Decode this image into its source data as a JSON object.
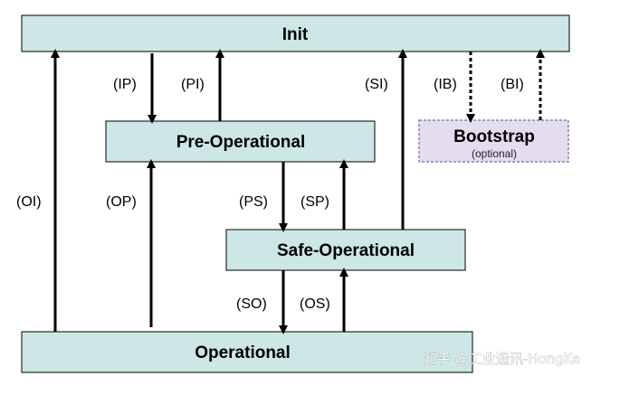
{
  "states": {
    "init": {
      "label": "Init"
    },
    "preop": {
      "label": "Pre-Operational"
    },
    "safeop": {
      "label": "Safe-Operational"
    },
    "op": {
      "label": "Operational"
    },
    "boot": {
      "label": "Bootstrap",
      "note": "(optional)"
    }
  },
  "transitions": {
    "ip": "(IP)",
    "pi": "(PI)",
    "si": "(SI)",
    "ib": "(IB)",
    "bi": "(BI)",
    "oi": "(OI)",
    "op": "(OP)",
    "ps": "(PS)",
    "sp": "(SP)",
    "so": "(SO)",
    "os": "(OS)"
  },
  "watermark": "知乎 @工业通讯-HongKe",
  "colors": {
    "state_fill": "#cde6e6",
    "bootstrap_fill": "#e4dcef",
    "bootstrap_border": "#8f7fb0",
    "arrow": "#000000"
  }
}
